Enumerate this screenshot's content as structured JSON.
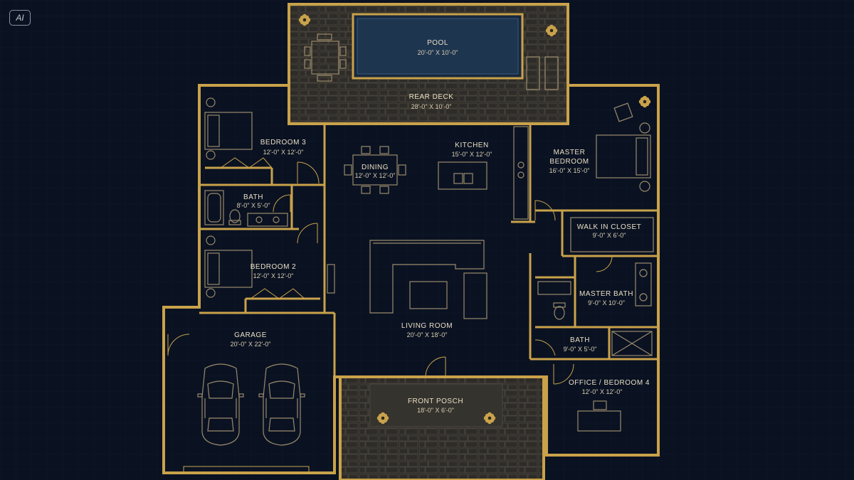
{
  "badge": {
    "label": "AI"
  },
  "colors": {
    "background": "#0a1222",
    "wall": "#c9a24a",
    "pool_water": "#1e3550",
    "deck_stone": "#2e2c28",
    "label_text": "#e9dfc4"
  },
  "rooms": {
    "pool": {
      "name": "POOL",
      "size": "20'-0\" X 10'-0\""
    },
    "rear_deck": {
      "name": "REAR DECK",
      "size": "28'-0\" X 10'-0\""
    },
    "bedroom3": {
      "name": "BEDROOM 3",
      "size": "12'-0\" X 12'-0\""
    },
    "dining": {
      "name": "DINING",
      "size": "12'-0\" X 12'-0\""
    },
    "kitchen": {
      "name": "KITCHEN",
      "size": "15'-0\" X 12'-0\""
    },
    "master_bedroom": {
      "name_line1": "MASTER",
      "name_line2": "BEDROOM",
      "size": "16'-0\" X 15'-0\""
    },
    "bath1": {
      "name": "BATH",
      "size": "8'-0\" X 5'-0\""
    },
    "walk_in_closet": {
      "name": "WALK IN CLOSET",
      "size": "9'-0\" X 6'-0\""
    },
    "bedroom2": {
      "name": "BEDROOM 2",
      "size": "12'-0\" X 12'-0\""
    },
    "master_bath": {
      "name": "MASTER BATH",
      "size": "9'-0\" X 10'-0\""
    },
    "living_room": {
      "name": "LIVING ROOM",
      "size": "20'-0\" X 18'-0\""
    },
    "garage": {
      "name": "GARAGE",
      "size": "20'-0\" X 22'-0\""
    },
    "bath2": {
      "name": "BATH",
      "size": "9'-0\" X 5'-0\""
    },
    "office": {
      "name": "OFFICE / BEDROOM 4",
      "size": "12'-0\" X 12'-0\""
    },
    "front_porch": {
      "name": "FRONT POSCH",
      "size": "18'-0\" X 6'-0\""
    }
  },
  "icons": [
    "ai-badge",
    "flower-ornament-icon",
    "car-icon",
    "bed-icon",
    "sofa-icon",
    "toilet-icon",
    "bathtub-icon",
    "door-swing-icon"
  ]
}
